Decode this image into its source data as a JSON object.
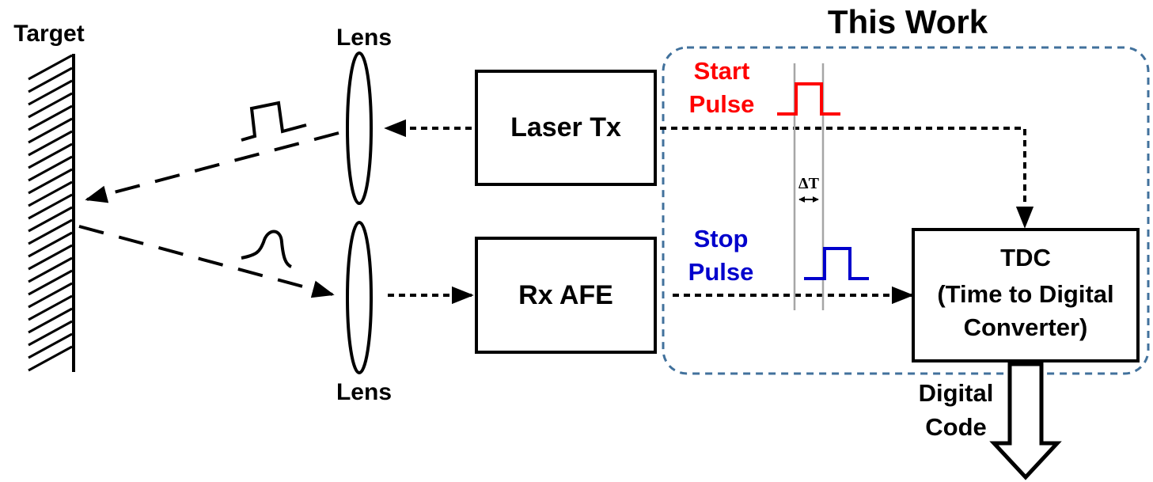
{
  "title": "This Work",
  "target_label": "Target",
  "lens_top_label": "Lens",
  "lens_bottom_label": "Lens",
  "laser_tx_label": "Laser Tx",
  "rx_afe_label": "Rx AFE",
  "start_pulse": {
    "line1": "Start",
    "line2": "Pulse",
    "color": "#ff0000"
  },
  "stop_pulse": {
    "line1": "Stop",
    "line2": "Pulse",
    "color": "#0000cc"
  },
  "delta_t_label": "ΔT",
  "tdc": {
    "line1": "TDC",
    "line2": "(Time to Digital",
    "line3": "Converter)"
  },
  "output": {
    "line1": "Digital",
    "line2": "Code"
  },
  "colors": {
    "region_border": "#41719c",
    "guide_lines": "#a6a6a6"
  }
}
